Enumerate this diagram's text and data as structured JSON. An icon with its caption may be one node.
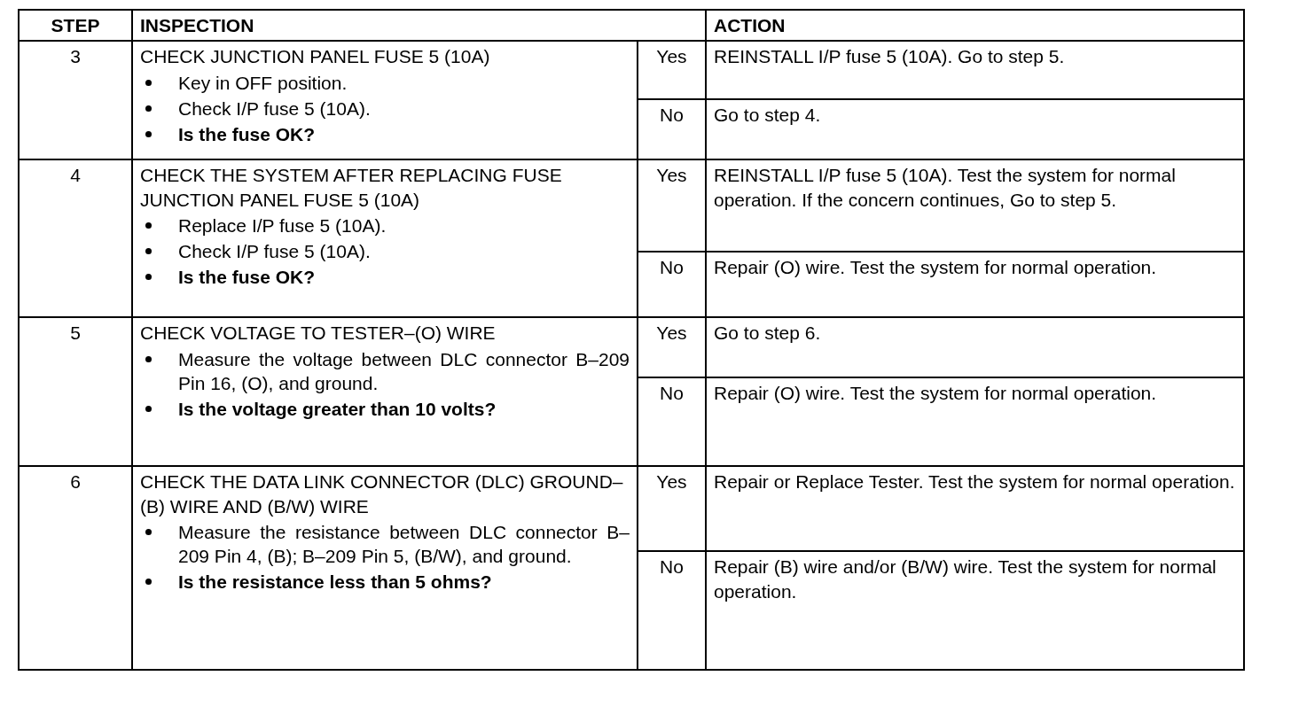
{
  "diagram": {
    "labels": [
      "STEP",
      "INSPECTION",
      "ACTION",
      "3",
      "CHECK JUNCTION PANEL FUSE 5 (10A)",
      "Key in OFF position.",
      "Check I/P fuse 5 (10A).",
      "Is the fuse OK?",
      "Yes",
      "REINSTALL I/P fuse 5 (10A). Go to step 5.",
      "No",
      "Go to step 4.",
      "4",
      "CHECK THE SYSTEM AFTER REPLACING FUSE JUNCTION PANEL FUSE 5 (10A)",
      "Replace I/P fuse 5 (10A).",
      "Check I/P fuse 5 (10A).",
      "Is the fuse OK?",
      "Yes",
      "REINSTALL I/P fuse 5 (10A). Test the system for normal operation. If the concern continues, Go to step 5.",
      "No",
      "Repair (O) wire. Test the system for normal operation.",
      "5",
      "CHECK VOLTAGE TO TESTER–(O) WIRE",
      "Measure the voltage between DLC connector B–209 Pin 16, (O), and ground.",
      "Is the voltage greater than 10 volts?",
      "Yes",
      "Go to step 6.",
      "No",
      "Repair (O) wire. Test the system for normal operation.",
      "6",
      "CHECK THE DATA LINK CONNECTOR (DLC) GROUND–(B) WIRE AND (B/W) WIRE",
      "Measure the resistance between DLC connector B–209 Pin 4, (B); B–209 Pin 5, (B/W), and ground.",
      "Is the resistance less than 5 ohms?",
      "Yes",
      "Repair or Replace Tester. Test the system for normal operation.",
      "No",
      "Repair (B) wire and/or (B/W) wire. Test the system for normal operation."
    ]
  }
}
